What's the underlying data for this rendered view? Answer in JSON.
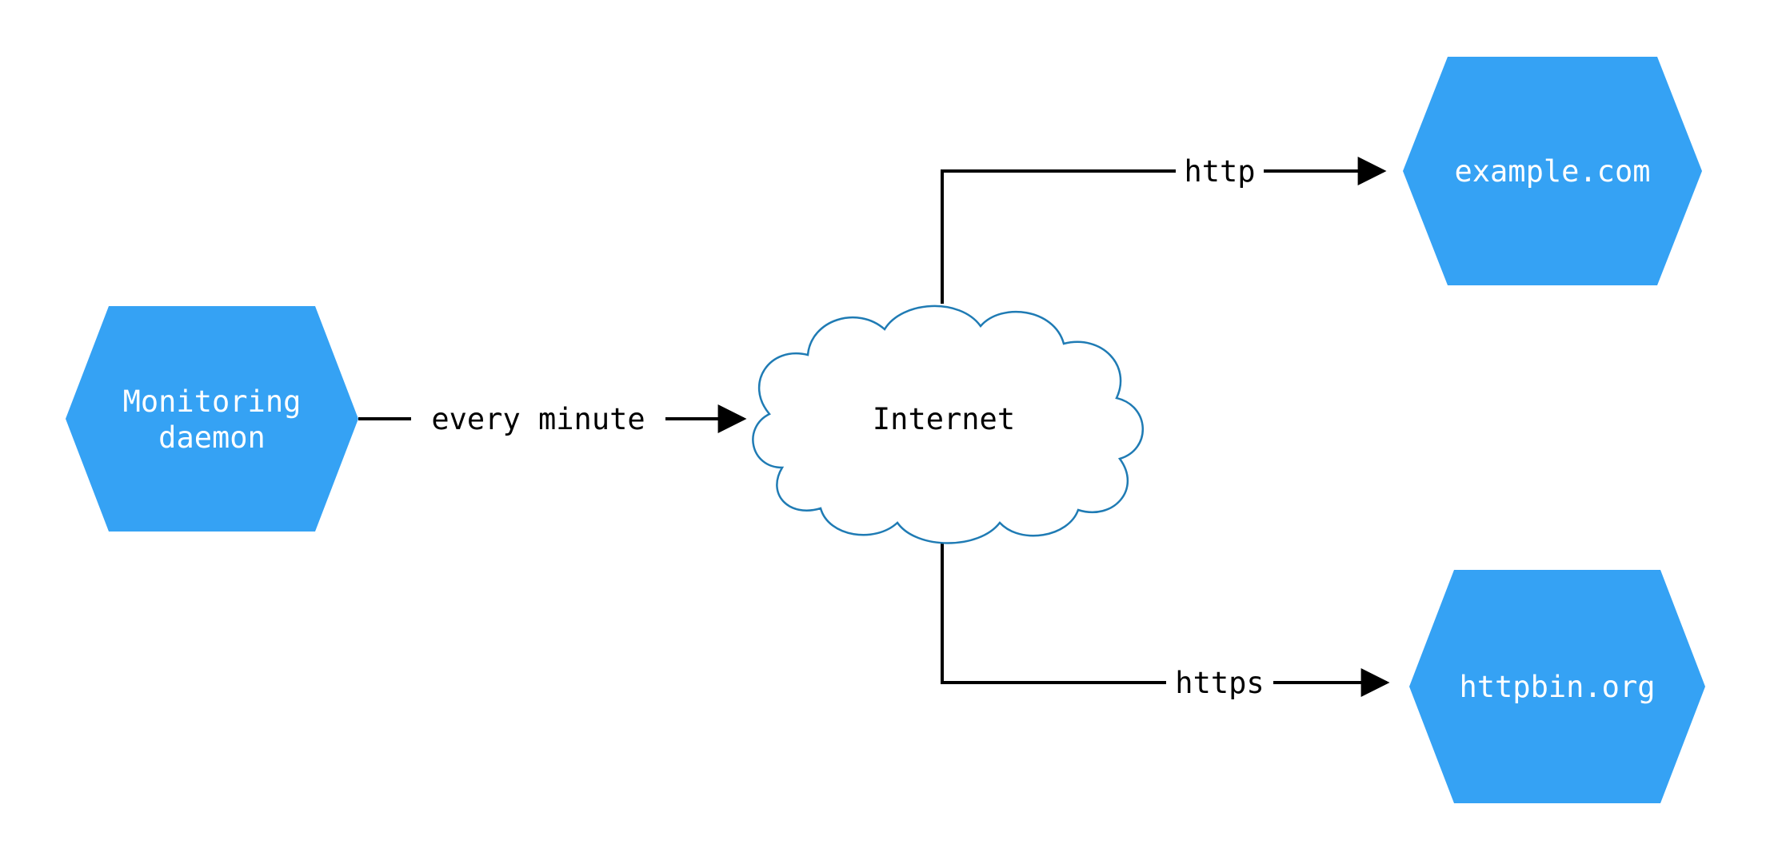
{
  "diagram": {
    "type": "network-monitoring-diagram",
    "nodes": [
      {
        "id": "monitoring-daemon",
        "shape": "hexagon",
        "label": "Monitoring daemon",
        "lines": [
          "Monitoring",
          "daemon"
        ]
      },
      {
        "id": "internet",
        "shape": "cloud",
        "label": "Internet"
      },
      {
        "id": "example-com",
        "shape": "hexagon",
        "label": "example.com"
      },
      {
        "id": "httpbin-org",
        "shape": "hexagon",
        "label": "httpbin.org"
      }
    ],
    "edges": [
      {
        "from": "monitoring-daemon",
        "to": "internet",
        "label": "every minute"
      },
      {
        "from": "internet",
        "to": "example-com",
        "label": "http"
      },
      {
        "from": "internet",
        "to": "httpbin-org",
        "label": "https"
      }
    ],
    "colors": {
      "node_fill": "#35a2f4",
      "node_text": "#ffffff",
      "cloud_fill": "#ffffff",
      "cloud_stroke": "#1f7bb4",
      "edge_color": "#000000",
      "background": "#ffffff"
    }
  }
}
